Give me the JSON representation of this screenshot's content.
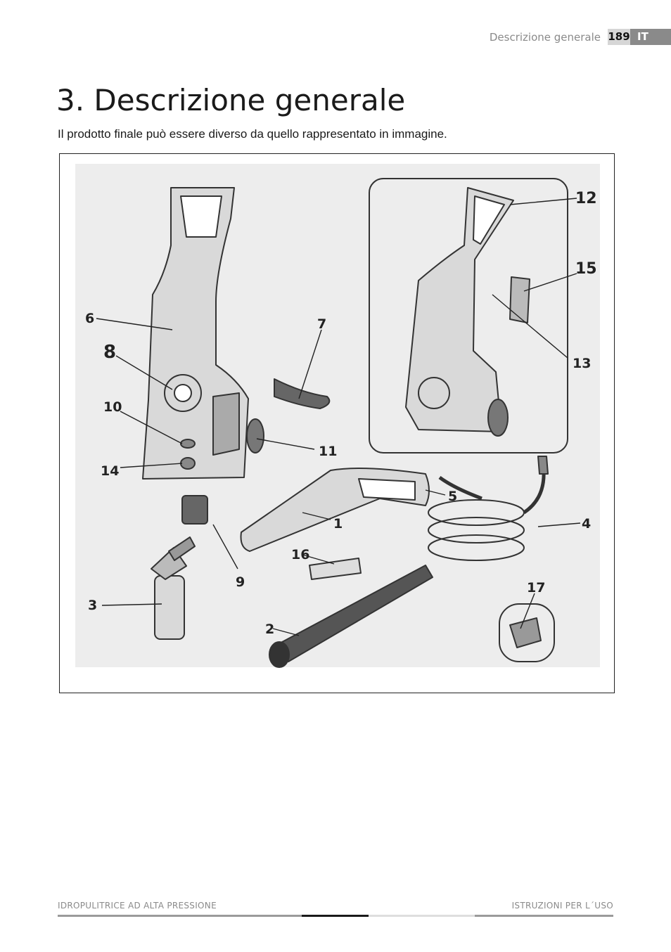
{
  "header": {
    "section_title": "Descrizione generale",
    "page_number": "189",
    "language": "IT"
  },
  "main": {
    "title": "3. Descrizione generale",
    "subtitle": "Il prodotto finale può essere diverso da quello rappresentato in immagine."
  },
  "figure": {
    "callouts": [
      "1",
      "2",
      "3",
      "4",
      "5",
      "6",
      "7",
      "8",
      "9",
      "10",
      "11",
      "12",
      "13",
      "14",
      "15",
      "16",
      "17"
    ]
  },
  "footer": {
    "left_text": "IDROPULITRICE AD ALTA PRESSIONE",
    "right_text": "ISTRUZIONI PER L´USO"
  }
}
